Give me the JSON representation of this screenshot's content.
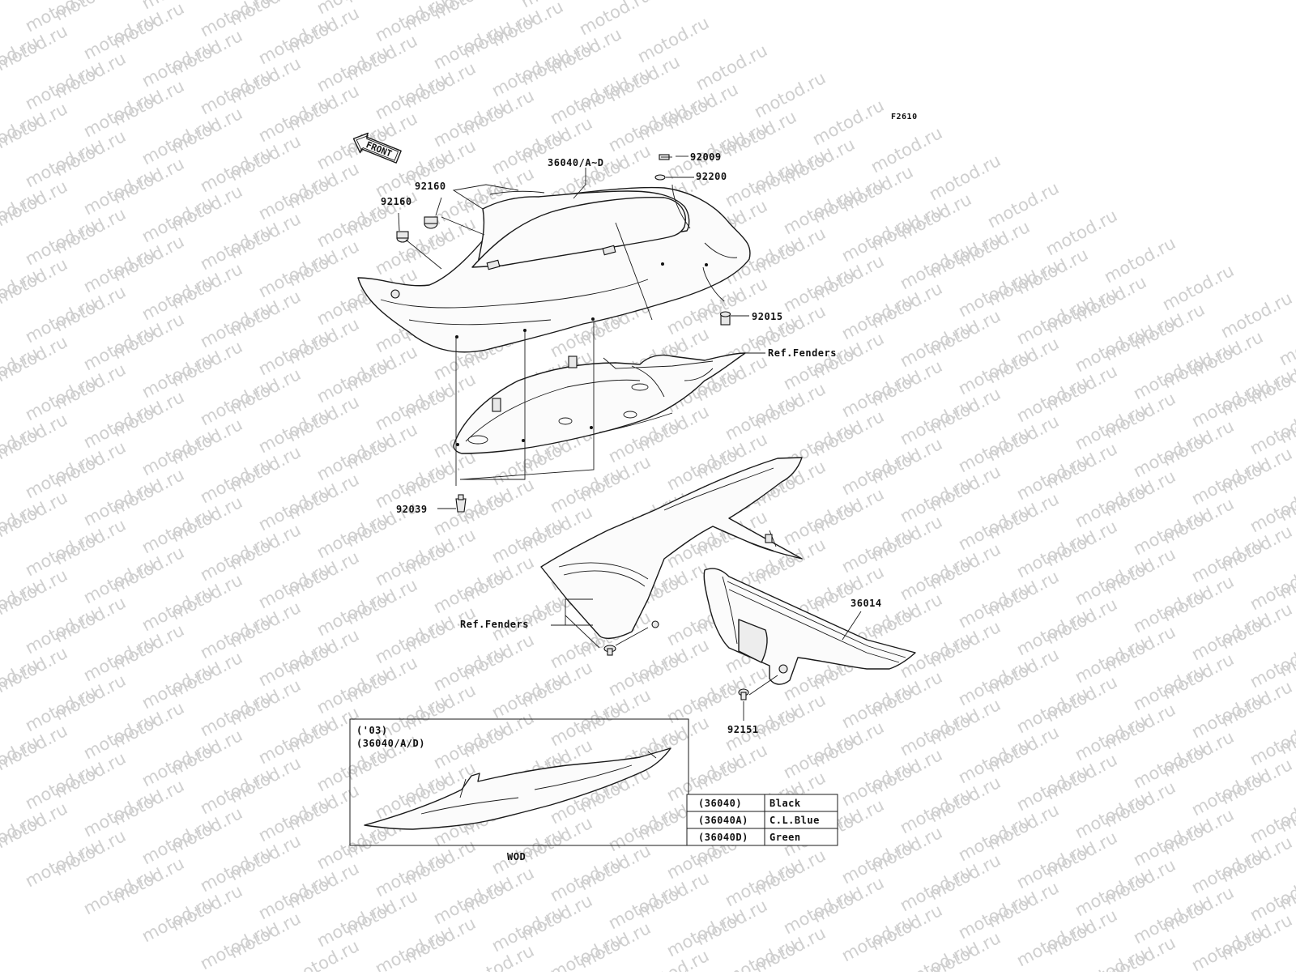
{
  "diagram": {
    "code": "F2610",
    "watermark": "motod.ru",
    "front_arrow_label": "FRONT",
    "labels": {
      "seat_cover": "36040/A~D",
      "bolt_top": "92009",
      "washer_top": "92200",
      "damper_a": "92160",
      "damper_b": "92160",
      "collar": "92015",
      "ref_fenders_upper": "Ref.Fenders",
      "clip": "92039",
      "chain_cover": "36014",
      "ref_fenders_lower": "Ref.Fenders",
      "bolt_lower": "92151"
    },
    "inset": {
      "year_label": "('03)",
      "parts_label": "(36040/A/D)",
      "caption": "WOD"
    },
    "color_table": [
      {
        "code": "(36040)",
        "color": "Black"
      },
      {
        "code": "(36040A)",
        "color": "C.L.Blue"
      },
      {
        "code": "(36040D)",
        "color": "Green"
      }
    ]
  }
}
